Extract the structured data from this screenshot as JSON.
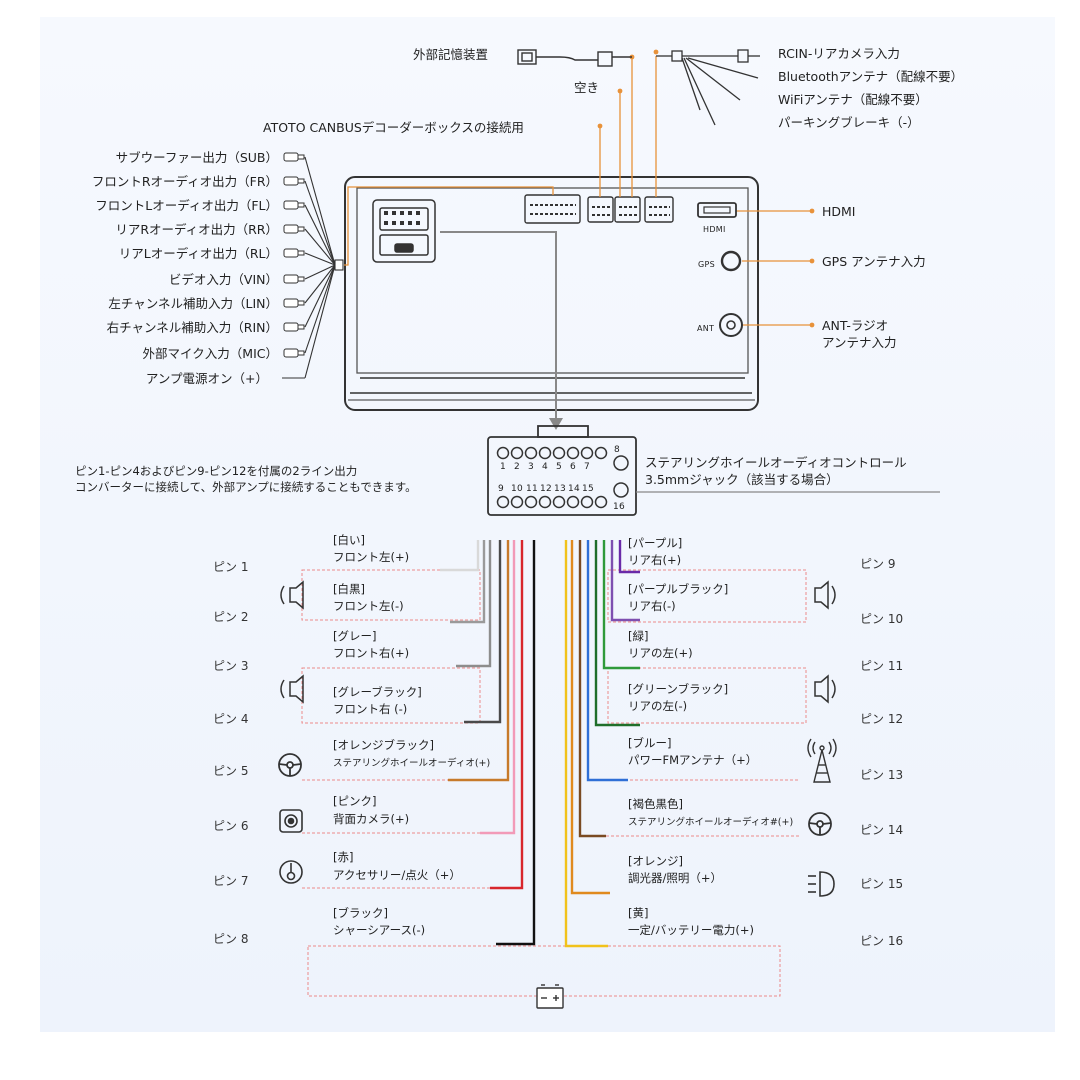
{
  "top": {
    "external_storage": "外部記憶装置",
    "empty": "空き",
    "canbus": "ATOTO CANBUSデコーダーボックスの接続用",
    "rcin": "RCIN-リアカメラ入力",
    "bluetooth": "Bluetoothアンテナ（配線不要）",
    "wifi": "WiFiアンテナ（配線不要）",
    "parking": "パーキングブレーキ（-）"
  },
  "left_outputs": [
    "サブウーファー出力（SUB）",
    "フロントRオーディオ出力（FR）",
    "フロントLオーディオ出力（FL）",
    "リアRオーディオ出力（RR）",
    "リアLオーディオ出力（RL）",
    "ビデオ入力（VIN）",
    "左チャンネル補助入力（LIN）",
    "右チャンネル補助入力（RIN）",
    "外部マイク入力（MIC）",
    "アンプ電源オン（+）"
  ],
  "right_ports": {
    "hdmi_small": "HDMI",
    "hdmi": "HDMI",
    "gps_small": "GPS",
    "gps": "GPS アンテナ入力",
    "ant_small": "ANT",
    "ant_line1": "ANT-ラジオ",
    "ant_line2": "アンテナ入力"
  },
  "connector": {
    "top_numbers": [
      "1",
      "2",
      "3",
      "4",
      "5",
      "6",
      "7",
      "8"
    ],
    "bottom_numbers": [
      "9",
      "10",
      "11",
      "12",
      "13",
      "14",
      "15",
      "16"
    ],
    "note_line1": "ピン1-ピン4およびピン9-ピン12を付属の2ライン出力",
    "note_line2": "コンバーターに接続して、外部アンプに接続することもできます。",
    "steering_line1": "ステアリングホイールオーディオコントロール",
    "steering_line2": "3.5mmジャック（該当する場合）"
  },
  "pins_left": [
    {
      "pin": "ピン 1",
      "color_label": "[白い]",
      "desc": "フロント左(+)",
      "wire": "#d9d9d9"
    },
    {
      "pin": "ピン 2",
      "color_label": "[白黒]",
      "desc": "フロント左(-)",
      "wire": "#9a9a9a"
    },
    {
      "pin": "ピン 3",
      "color_label": "[グレー]",
      "desc": "フロント右(+)",
      "wire": "#8d8d8d"
    },
    {
      "pin": "ピン 4",
      "color_label": "[グレーブラック]",
      "desc": "フロント右 (-)",
      "wire": "#4a4a4a"
    },
    {
      "pin": "ピン 5",
      "color_label": "[オレンジブラック]",
      "desc": "ステアリングホイールオーディオ(+)",
      "wire": "#c77a2a"
    },
    {
      "pin": "ピン 6",
      "color_label": "[ピンク]",
      "desc": "背面カメラ(+)",
      "wire": "#f29ab8"
    },
    {
      "pin": "ピン 7",
      "color_label": "[赤]",
      "desc": "アクセサリー/点火（+）",
      "wire": "#d8262c"
    },
    {
      "pin": "ピン 8",
      "color_label": "[ブラック]",
      "desc": "シャーシアース(-)",
      "wire": "#111111"
    }
  ],
  "pins_right": [
    {
      "pin": "ピン 9",
      "color_label": "[パープル]",
      "desc": "リア右(+)",
      "wire": "#6a2aa8"
    },
    {
      "pin": "ピン 10",
      "color_label": "[パープルブラック]",
      "desc": "リア右(-)",
      "wire": "#7e4fb0"
    },
    {
      "pin": "ピン 11",
      "color_label": "[緑]",
      "desc": "リアの左(+)",
      "wire": "#2f9a3a"
    },
    {
      "pin": "ピン 12",
      "color_label": "[グリーンブラック]",
      "desc": "リアの左(-)",
      "wire": "#1f6e2a"
    },
    {
      "pin": "ピン 13",
      "color_label": "[ブルー]",
      "desc": "パワーFMアンテナ（+）",
      "wire": "#2f6fd6"
    },
    {
      "pin": "ピン 14",
      "color_label": "[褐色黒色]",
      "desc": "ステアリングホイールオーディオ#(+)",
      "wire": "#7a4a22"
    },
    {
      "pin": "ピン 15",
      "color_label": "[オレンジ]",
      "desc": "調光器/照明（+）",
      "wire": "#e08a1e"
    },
    {
      "pin": "ピン 16",
      "color_label": "[黄]",
      "desc": "一定/バッテリー電力(+)",
      "wire": "#f1c21b"
    }
  ],
  "colors": {
    "accent_orange": "#e8923a",
    "dashed_pink": "#ec8a8a",
    "body_line": "#333333"
  }
}
